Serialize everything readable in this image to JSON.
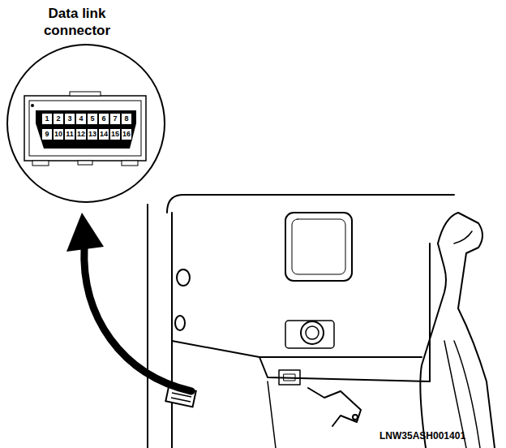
{
  "diagram": {
    "labels": [
      "Data link connector",
      "1",
      "2",
      "3",
      "4",
      "5",
      "6",
      "7",
      "8",
      "9",
      "10",
      "11",
      "12",
      "13",
      "14",
      "15",
      "16",
      "LNW35ASH001401"
    ]
  }
}
